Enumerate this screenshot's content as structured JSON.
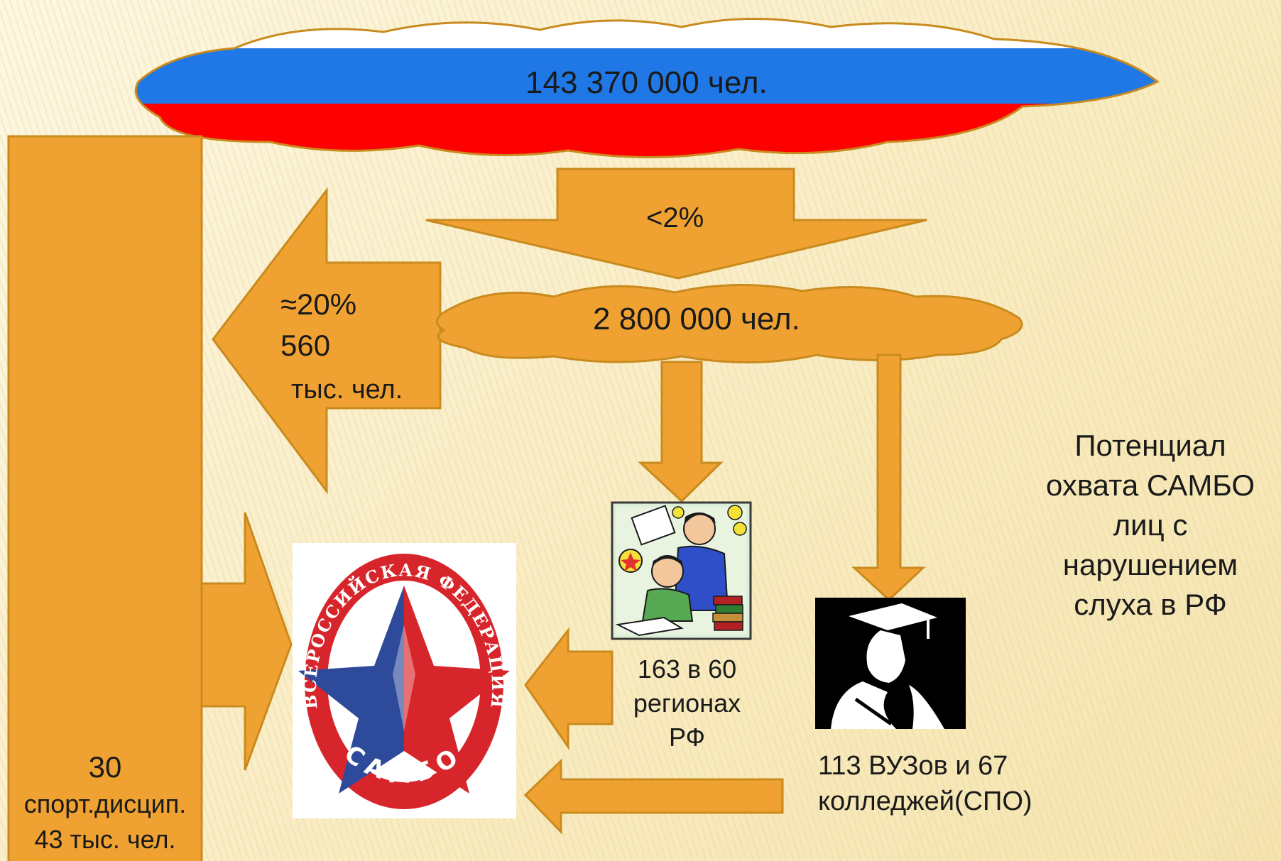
{
  "population": {
    "total": "143 370 000 чел.",
    "hearing_impaired": "2 800 000 чел."
  },
  "arrows": {
    "share_down": "<2%",
    "share_left_pct": "≈20%",
    "share_left_num": "560",
    "share_left_unit": "тыс. чел."
  },
  "organizations": {
    "schools_line1": "163 в 60",
    "schools_line2": "регионах",
    "schools_line3": "РФ",
    "universities_line1": "113 ВУЗов и 67",
    "universities_line2": "колледжей(СПО)"
  },
  "sports": {
    "count": "30",
    "label": "спорт.дисцип.",
    "people": "43 тыс. чел."
  },
  "side_note": [
    "Потенциал",
    "охвата САМБО",
    "лиц с",
    "нарушением",
    "слуха в РФ"
  ],
  "logo": {
    "top_text": "ВСЕРОССИЙСКАЯ ФЕДЕРАЦИЯ",
    "bottom_text": "САМБО",
    "icon": "sambo-star-logo"
  },
  "illustrations": {
    "students": "students-studying-icon",
    "graduate": "graduate-silhouette-icon"
  },
  "colors": {
    "orange": "#EFA232",
    "orange_border": "#C98A1E",
    "flag_white": "#FFFFFF",
    "flag_blue": "#1F78E6",
    "flag_red": "#FF0000",
    "logo_red": "#D7262B",
    "logo_blue": "#2E4A9A"
  }
}
